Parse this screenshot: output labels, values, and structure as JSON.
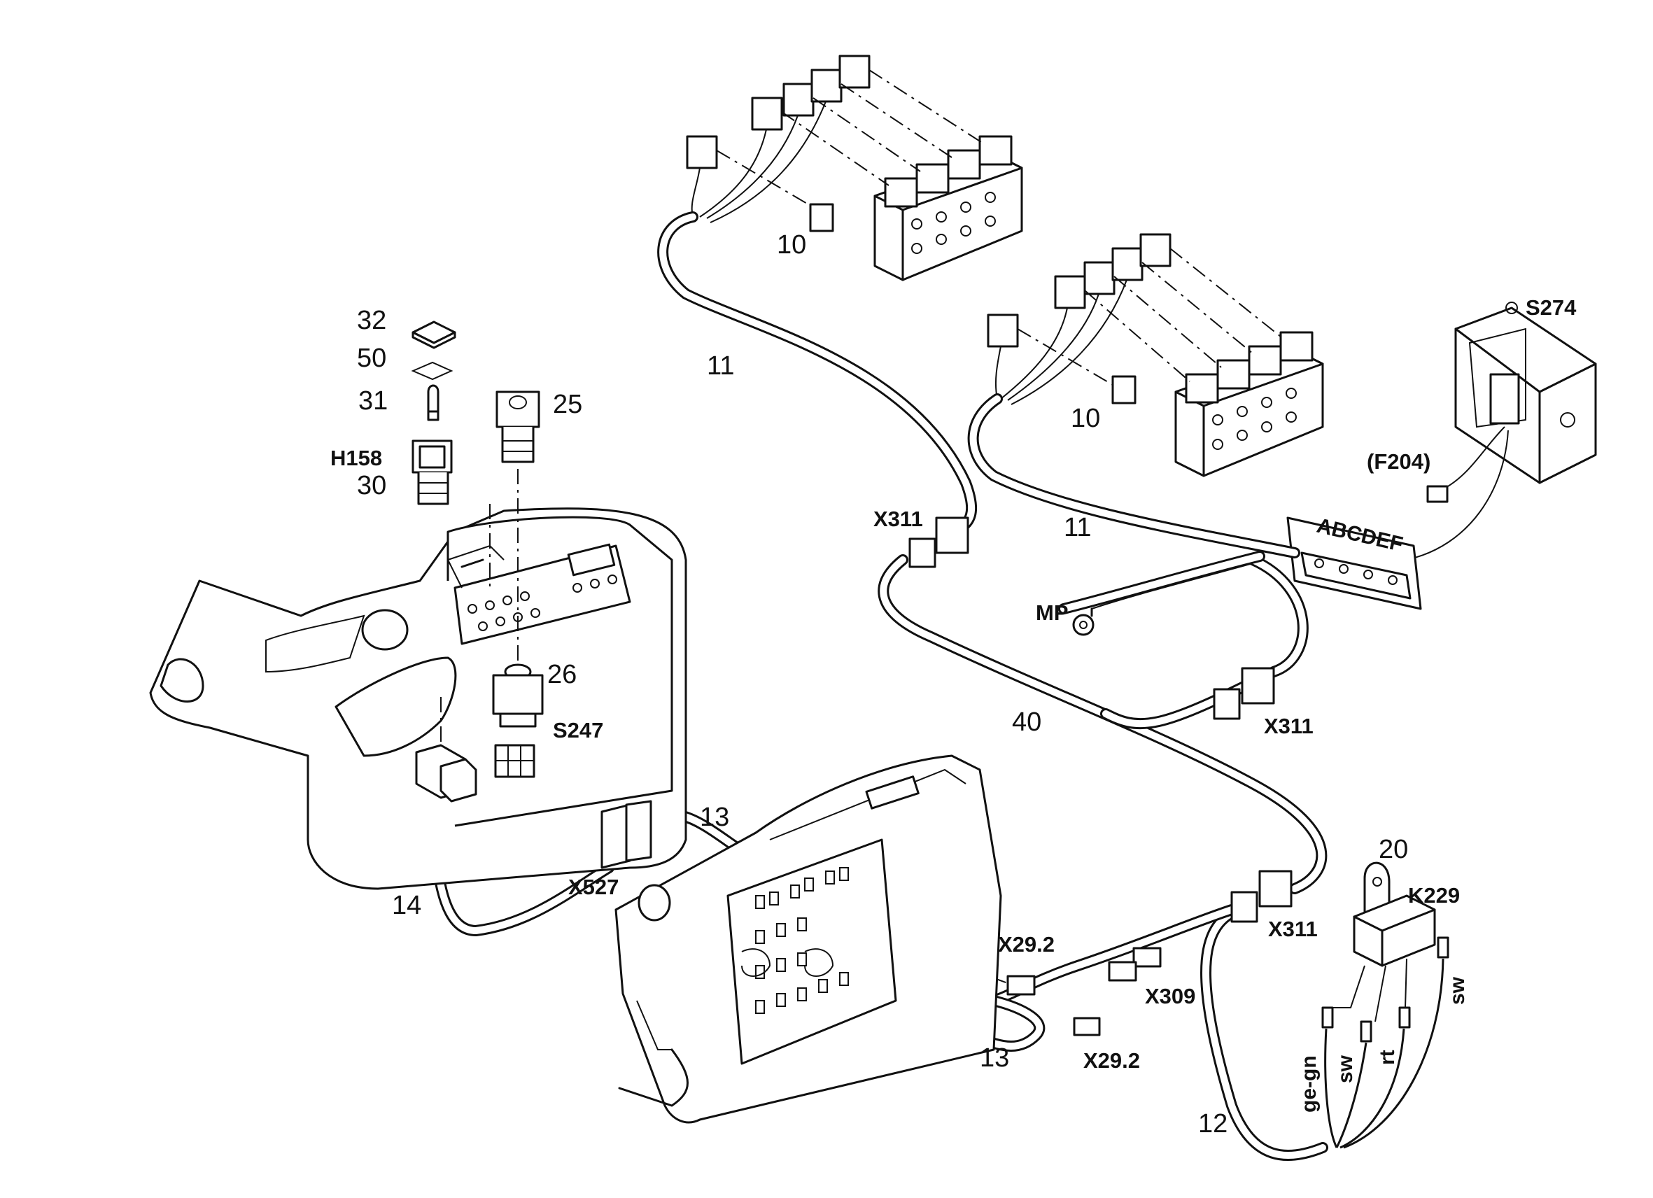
{
  "callouts": {
    "n10a": "10",
    "n10b": "10",
    "n11a": "11",
    "n11b": "11",
    "n32": "32",
    "n50": "50",
    "n31": "31",
    "n25": "25",
    "n30": "30",
    "n26": "26",
    "n40": "40",
    "n13a": "13",
    "n13b": "13",
    "n14": "14",
    "n20": "20",
    "n12": "12"
  },
  "labels": {
    "S274": "S274",
    "F204": "(F204)",
    "H158": "H158",
    "S247": "S247",
    "X311a": "X311",
    "X311b": "X311",
    "X311c": "X311",
    "MP": "MP",
    "X527": "X527",
    "X29_2a": "X29.2",
    "X29_2b": "X29.2",
    "X309": "X309",
    "K229": "K229"
  },
  "wire_colors": {
    "ge_gn": "ge-gn",
    "sw_a": "sw",
    "rt": "rt",
    "sw_b": "sw"
  },
  "connector_letters": "ABCDEF"
}
